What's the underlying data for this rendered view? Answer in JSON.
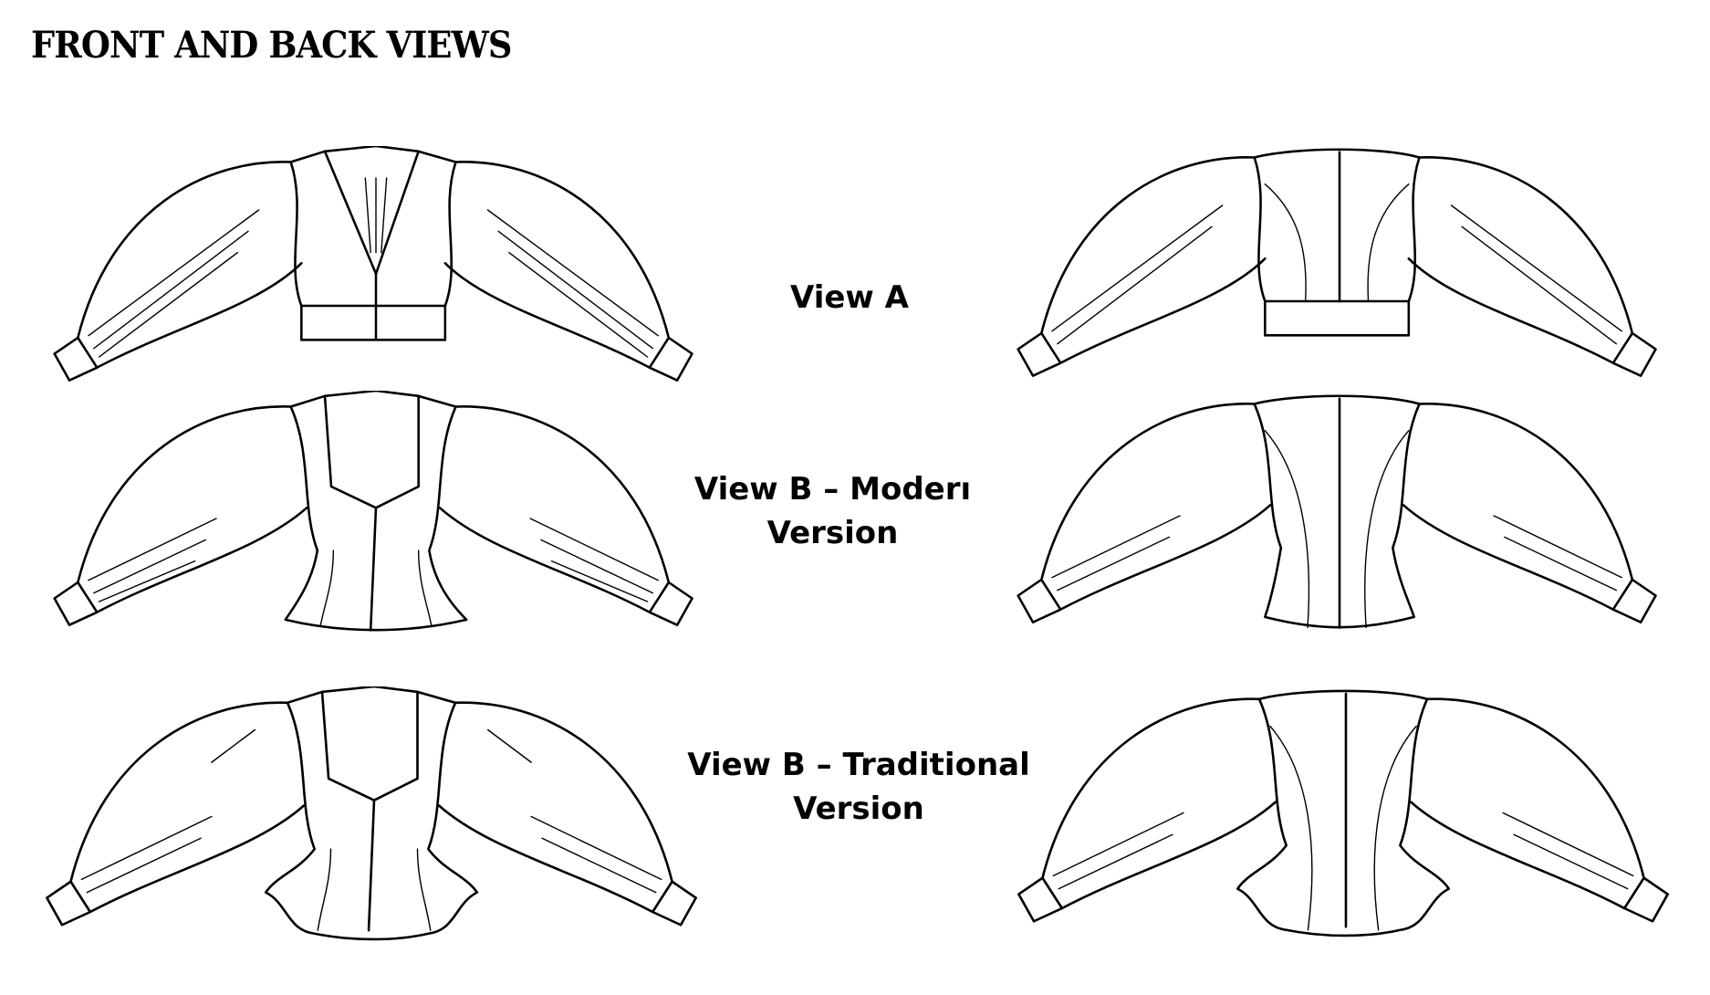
{
  "title": "FRONT AND BACK VIEWS",
  "views": [
    {
      "label_line1": "View A",
      "label_line2": ""
    },
    {
      "label_line1": "View B – Moderı",
      "label_line2": "Version"
    },
    {
      "label_line1": "View B – Traditional",
      "label_line2": "Version"
    }
  ]
}
